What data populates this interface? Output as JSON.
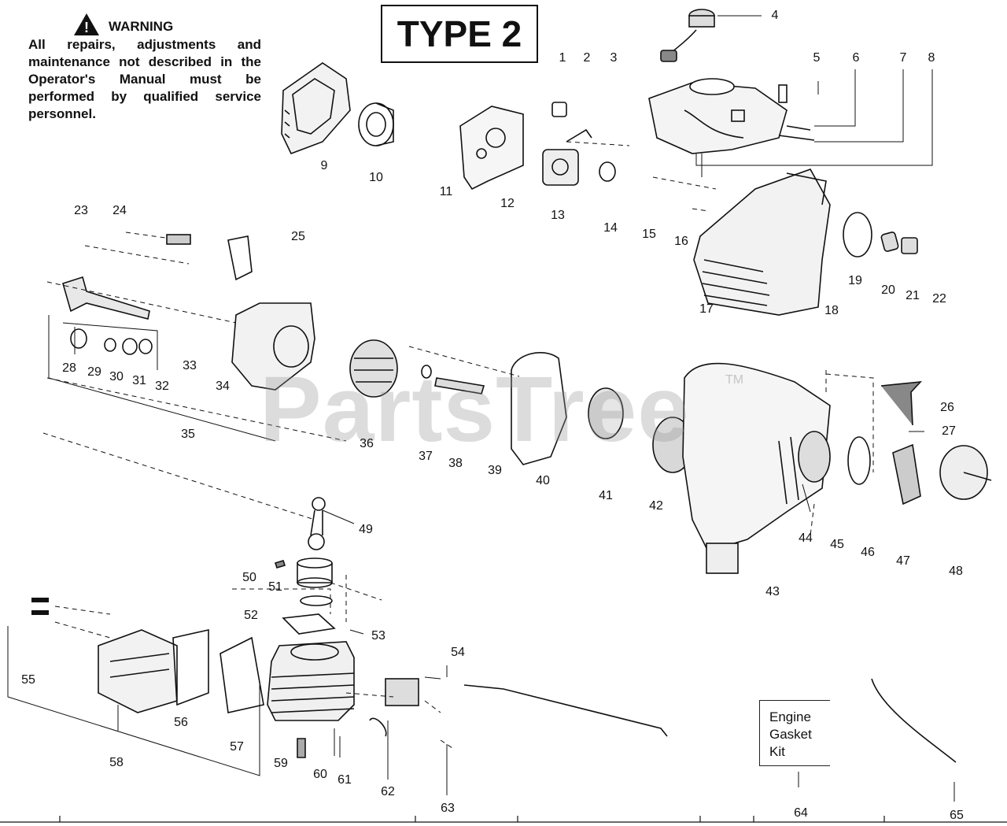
{
  "warning": {
    "heading": "WARNING",
    "text": "All repairs, adjustments and maintenance not described in the Operator's Manual must be performed by qualified service personnel."
  },
  "type_label": "TYPE 2",
  "watermark": "PartsTree",
  "watermark_tm": "TM",
  "kit_label": [
    "Engine",
    "Gasket",
    "Kit"
  ],
  "callouts": [
    "1",
    "2",
    "3",
    "4",
    "5",
    "6",
    "7",
    "8",
    "9",
    "10",
    "11",
    "12",
    "13",
    "14",
    "15",
    "16",
    "17",
    "18",
    "19",
    "20",
    "21",
    "22",
    "23",
    "24",
    "25",
    "26",
    "27",
    "28",
    "29",
    "30",
    "31",
    "32",
    "33",
    "34",
    "35",
    "36",
    "37",
    "38",
    "39",
    "40",
    "41",
    "42",
    "43",
    "44",
    "45",
    "46",
    "47",
    "48",
    "49",
    "50",
    "51",
    "52",
    "53",
    "54",
    "55",
    "56",
    "57",
    "58",
    "59",
    "60",
    "61",
    "62",
    "63",
    "64",
    "65"
  ]
}
